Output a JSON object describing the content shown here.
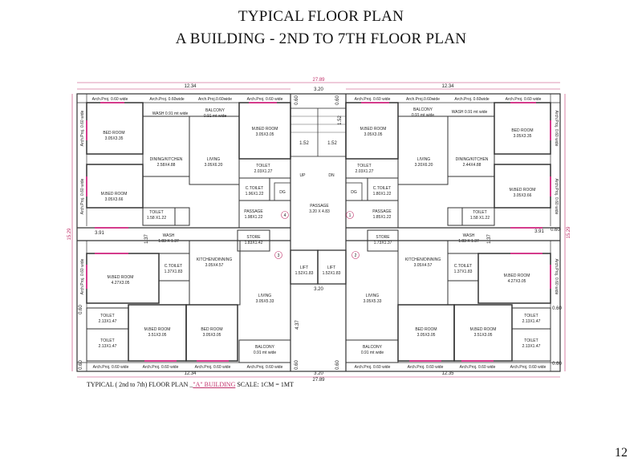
{
  "header": {
    "title": "TYPICAL FLOOR PLAN",
    "subtitle": "A BUILDING - 2ND TO 7TH FLOOR PLAN"
  },
  "dimensions": {
    "overall_top": "27.89",
    "overall_bottom": "27.89",
    "half_top": "12.34",
    "half_bottom_left": "12.34",
    "half_bottom_right": "12.35",
    "core": "3.20",
    "height_left": "15.29",
    "height_right": "15.29",
    "side_left": "3.91",
    "side_right": "3.91",
    "stair_a": "1.52",
    "stair_b": "1.52",
    "stair_c": "1.52",
    "proj": "0.60",
    "lobby": "4.37",
    "small": "1.37"
  },
  "labels": {
    "arch_060": "Arch.Proj. 0.60 wide",
    "arch_060b": "Arch.Proj. 0.60wide",
    "arch_060c": "Arch.Proj.0.60wide",
    "arch_v": "Arch.Proj. 0.60 wide",
    "wash_top": "WASH 0.91 mt wide",
    "balcony": "BALCONY",
    "balcony_size": "0.91 mt wide",
    "bed": "BED ROOM",
    "mbed": "M.BED ROOM",
    "dining": "DINING/KITCHEN",
    "living": "LIVING",
    "toilet": "TOILET",
    "ctoilet": "C.TOILET",
    "passage": "PASSAGE",
    "store": "STORE",
    "wash": "WASH",
    "kitchen": "KITCHEN/DINNING",
    "lift": "LIFT",
    "up": "UP",
    "dn": "DN",
    "dg": "DG"
  },
  "sizes": {
    "bed_tl": "3.05X3.35",
    "mbed_top": "3.05X3.05",
    "dining_l": "2.58X4.88",
    "dining_r": "2.44X4.88",
    "living_tl": "3.05X6.20",
    "living_tr": "3.20X6.20",
    "toilet_tc_l": "2.03X1.27",
    "toilet_tc_r": "2.03X1.27",
    "mbed_l": "3.05X3.66",
    "mbed_r": "3.05X3.66",
    "toilet_ml": "1.58 X1.22",
    "toilet_mr": "1.58 X1.22",
    "ctoilet_l": "1.96X1.22",
    "ctoilet_r": "1.80X1.22",
    "passage_l": "1.98X1.22",
    "passage_r": "1.85X1.22",
    "passage_c": "3.20 X 4.83",
    "wash_l": "1.83 X 1.37",
    "wash_r": "1.83 X 1.37",
    "store_l": "1.83X1.42",
    "store_r": "1.73X1.37",
    "kitchen": "3.05X4.57",
    "ctoilet_bl": "1.37X1.83",
    "ctoilet_br": "1.37X1.83",
    "mbed_bl": "4.27X3.05",
    "mbed_br": "4.27X3.05",
    "lift": "1.52X1.83",
    "living_b": "3.05X5.33",
    "toilet_b": "2.13X1.47",
    "mbed_b": "3.51X3.05",
    "bed_b": "3.05X3.05",
    "balcony_b": "0.91 mt wide"
  },
  "marks": {
    "n1": "1",
    "n2": "2",
    "n3": "3",
    "n4": "4"
  },
  "caption": {
    "prefix": "TYPICAL ( 2nd to 7th) FLOOR PLAN _",
    "building": "\"A\" BUILDING",
    "suffix": " SCALE: 1CM = 1MT"
  },
  "page_number": "12"
}
